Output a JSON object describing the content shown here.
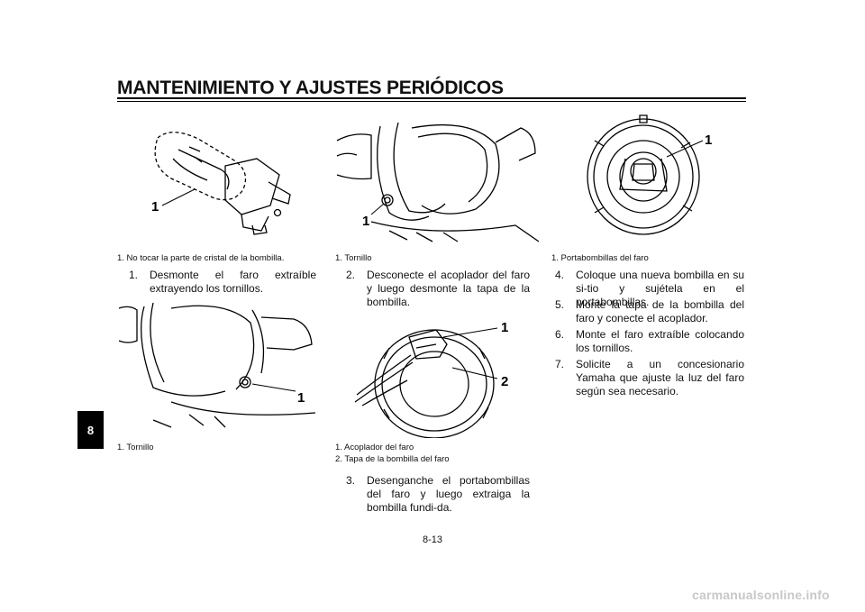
{
  "header": {
    "title": "MANTENIMIENTO Y AJUSTES PERIÓDICOS"
  },
  "chapter_tab": "8",
  "figures": {
    "bulb": {
      "callout": "1",
      "caption": [
        "1.  No tocar la parte de cristal de la bombilla."
      ]
    },
    "headlight_screw_top": {
      "callout": "1",
      "caption": [
        "1.  Tornillo"
      ]
    },
    "bulb_holder": {
      "callout": "1",
      "caption": [
        "1.  Portabombillas del faro"
      ]
    },
    "headlight_screw_left": {
      "callout": "1",
      "caption": [
        "1.  Tornillo"
      ]
    },
    "coupler_cover": {
      "callouts": [
        "1",
        "2"
      ],
      "caption": [
        "1.  Acoplador del faro",
        "2.  Tapa de la bombilla del faro"
      ]
    }
  },
  "steps": [
    {
      "num": "1.",
      "text": "Desmonte el faro extraíble extrayendo los tornillos."
    },
    {
      "num": "2.",
      "text": "Desconecte el acoplador del faro y luego desmonte la tapa de la bombilla."
    },
    {
      "num": "3.",
      "text": "Desenganche el portabombillas del faro y luego extraiga la bombilla fundi-da."
    },
    {
      "num": "4.",
      "text": "Coloque una nueva bombilla en su si-tio y sujétela en el portabombillas."
    },
    {
      "num": "5.",
      "text": "Monte la tapa de la bombilla del faro y conecte el acoplador."
    },
    {
      "num": "6.",
      "text": "Monte el faro extraíble colocando los tornillos."
    },
    {
      "num": "7.",
      "text": "Solicite a un concesionario Yamaha que ajuste la luz del faro según sea necesario."
    }
  ],
  "page_number": "8-13",
  "footer_watermark": "carmanualsonline.info"
}
